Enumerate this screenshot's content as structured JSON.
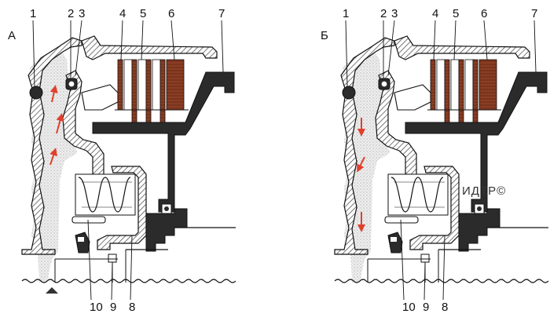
{
  "diagrams": [
    {
      "panel_label": "А",
      "callouts": [
        "1",
        "2",
        "3",
        "4",
        "5",
        "6",
        "7",
        "8",
        "9",
        "10"
      ]
    },
    {
      "panel_label": "Б",
      "callouts": [
        "1",
        "2",
        "3",
        "4",
        "5",
        "6",
        "7",
        "8",
        "9",
        "10"
      ]
    }
  ],
  "watermark": "ИДТР©",
  "colors": {
    "outline": "#111111",
    "hatch": "#555555",
    "oil_dots": "#e8e8e8",
    "friction_plate": "#8b3e24",
    "dark_part": "#2b2b2b",
    "flow_arrow": "#e0402c"
  },
  "flow_direction": {
    "А": "up",
    "Б": "down"
  }
}
